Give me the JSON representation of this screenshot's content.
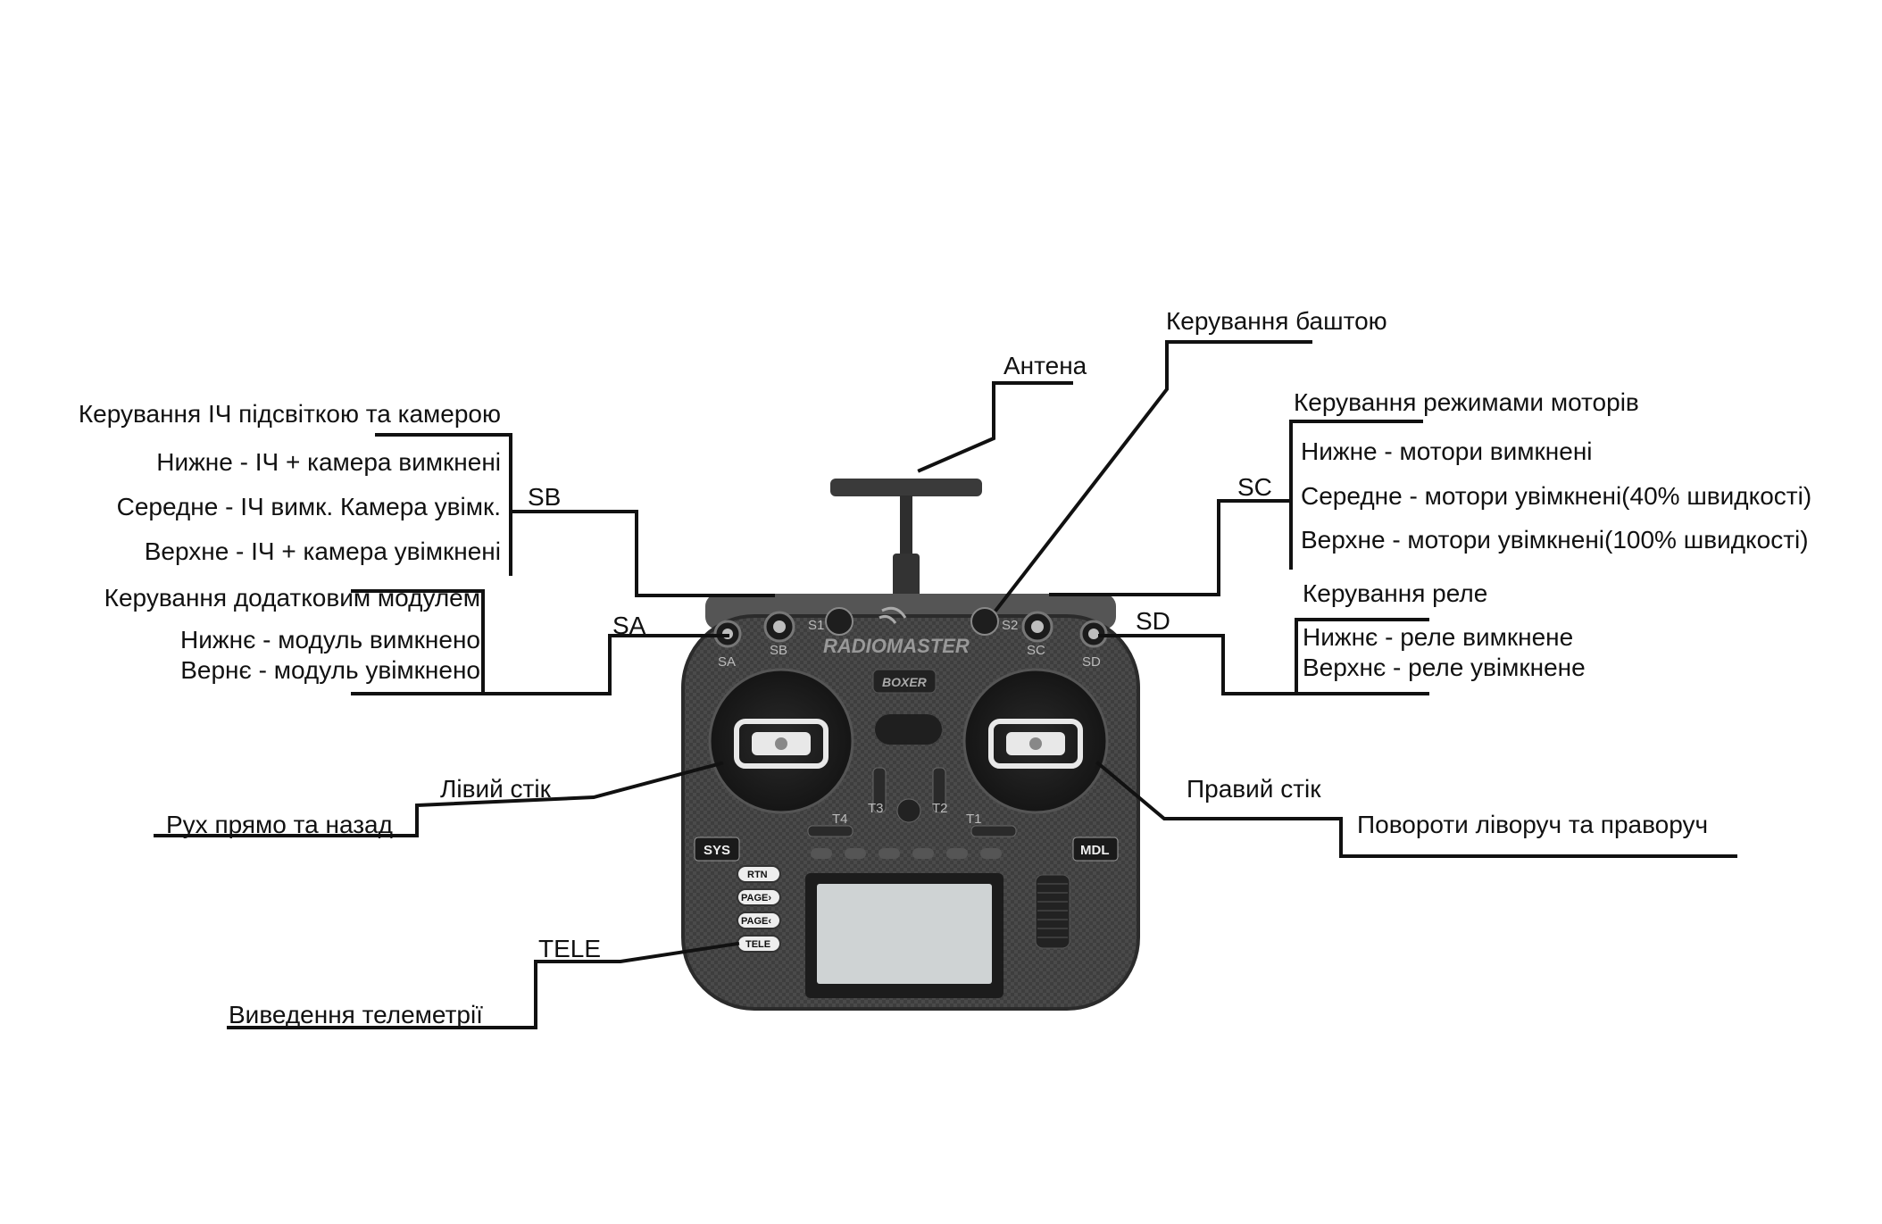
{
  "antenna": {
    "label": "Антена"
  },
  "turret": {
    "label": "Керування баштою"
  },
  "sb": {
    "title": "Керування ІЧ підсвіткою та камерою",
    "switch": "SB",
    "positions": [
      "Нижне - ІЧ + камера вимкнені",
      "Середне - ІЧ вимк. Камера увімк.",
      "Верхне - ІЧ + камера увімкнені"
    ]
  },
  "sa": {
    "title": "Керування додатковим модулем",
    "switch": "SA",
    "positions": [
      "Нижнє - модуль вимкнено",
      "Вернє - модуль увімкнено"
    ]
  },
  "sc": {
    "title": "Керування режимами моторів",
    "switch": "SC",
    "positions": [
      "Нижне - мотори вимкнені",
      "Середне - мотори увімкнені(40% швидкості)",
      "Верхне - мотори увімкнені(100% швидкості)"
    ]
  },
  "sd": {
    "title": "Керування реле",
    "switch": "SD",
    "positions": [
      "Нижнє - реле вимкнене",
      "Верхнє - реле увімкнене"
    ]
  },
  "left_stick": {
    "label": "Лівий стік",
    "function": "Рух прямо та назад"
  },
  "right_stick": {
    "label": "Правий стік",
    "function": "Повороти ліворуч та праворуч"
  },
  "tele": {
    "label": "TELE",
    "function": "Виведення телеметрії"
  },
  "device": {
    "brand": "RADIOMASTER",
    "model": "BOXER",
    "switch_marks": [
      "SA",
      "SB",
      "S1",
      "S2",
      "SC",
      "SD"
    ],
    "trim_marks": [
      "T4",
      "T3",
      "T2",
      "T1"
    ],
    "buttons": {
      "sys": "SYS",
      "mdl": "MDL",
      "rtn": "RTN",
      "page_next": "PAGE›",
      "page_prev": "PAGE‹",
      "tele": "TELE"
    }
  }
}
